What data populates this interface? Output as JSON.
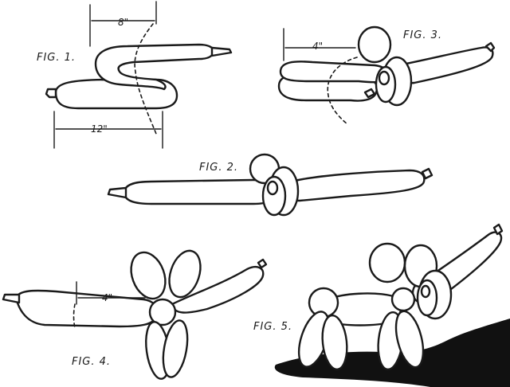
{
  "figures": {
    "fig1": {
      "label": "FIG. 1.",
      "dim_top": "8\"",
      "dim_bottom": "12\""
    },
    "fig2": {
      "label": "FIG. 2."
    },
    "fig3": {
      "label": "FIG. 3.",
      "dim": "4\""
    },
    "fig4": {
      "label": "FIG. 4.",
      "dim": "4\""
    },
    "fig5": {
      "label": "FIG. 5."
    }
  },
  "colors": {
    "ink": "#1a1a1a",
    "paper": "#ffffff",
    "shadow": "#111111"
  }
}
